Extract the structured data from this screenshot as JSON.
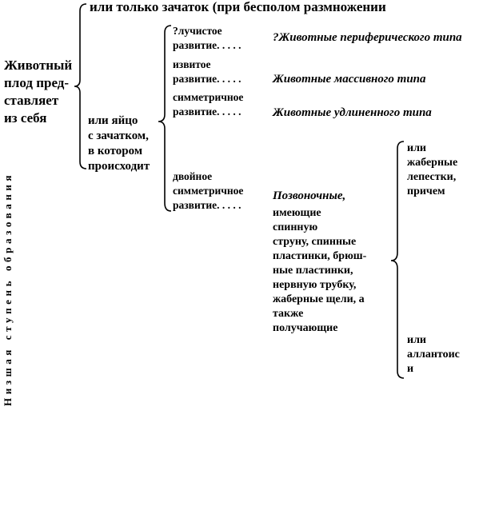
{
  "side_label": "Низшая ступень образования",
  "root": [
    "Животный",
    "плод пред-",
    "ставляет",
    "из себя"
  ],
  "option_a": "или только зачаток (при бесполом размножении",
  "option_b": [
    "или яйцо",
    "с зачатком,",
    "в котором",
    "происходит"
  ],
  "developments": [
    {
      "kind": [
        "?лучистое",
        "развитие. . . . ."
      ],
      "result": "?Животные периферического типа"
    },
    {
      "kind": [
        "извитое",
        "развитие. . . . ."
      ],
      "result": "Животные массивного типа"
    },
    {
      "kind": [
        "симметричное",
        "развитие. . . . ."
      ],
      "result": "Животные удлиненного типа"
    },
    {
      "kind": [
        "двойное",
        "симметричное",
        "развитие. . . . ."
      ],
      "result": "Позвоночные,"
    }
  ],
  "vertebrate_desc": [
    "имеющие",
    "спинную",
    "струну, спинные",
    "пластинки, брюш-",
    "ные пластинки,",
    "нервную трубку,",
    "жаберные щели, а",
    "также",
    "получающие"
  ],
  "sub_option_a": [
    "или",
    "жаберные",
    "лепестки,",
    "причем"
  ],
  "sub_option_b": [
    "или",
    "аллантоис",
    "и"
  ]
}
